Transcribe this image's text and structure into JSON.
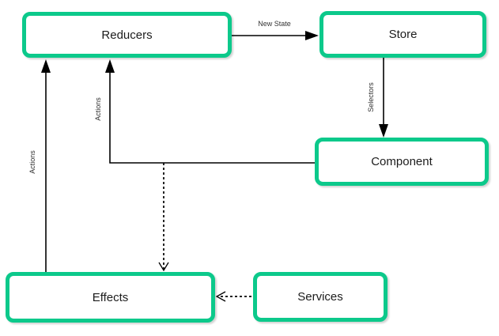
{
  "diagram": {
    "background_color": "#ffffff",
    "accent_color": "#0cc98b",
    "line_color": "#000000",
    "nodes": [
      {
        "id": "reducers",
        "label": "Reducers"
      },
      {
        "id": "store",
        "label": "Store"
      },
      {
        "id": "component",
        "label": "Component"
      },
      {
        "id": "effects",
        "label": "Effects"
      },
      {
        "id": "services",
        "label": "Services"
      }
    ],
    "edges": [
      {
        "id": "reducers-to-store",
        "label": "New State",
        "from": "Reducers",
        "to": "Store",
        "style": "solid"
      },
      {
        "id": "store-to-component",
        "label": "Selectors",
        "from": "Store",
        "to": "Component",
        "style": "solid"
      },
      {
        "id": "component-to-reducers",
        "label": "Actions",
        "from": "Component",
        "to": "Reducers",
        "style": "solid"
      },
      {
        "id": "effects-to-reducers",
        "label": "Actions",
        "from": "Effects",
        "to": "Reducers",
        "style": "solid"
      },
      {
        "id": "component-to-effects",
        "label": "",
        "from": "Component",
        "to": "Effects",
        "style": "dashed"
      },
      {
        "id": "services-to-effects",
        "label": "",
        "from": "Services",
        "to": "Effects",
        "style": "dashed"
      }
    ]
  }
}
